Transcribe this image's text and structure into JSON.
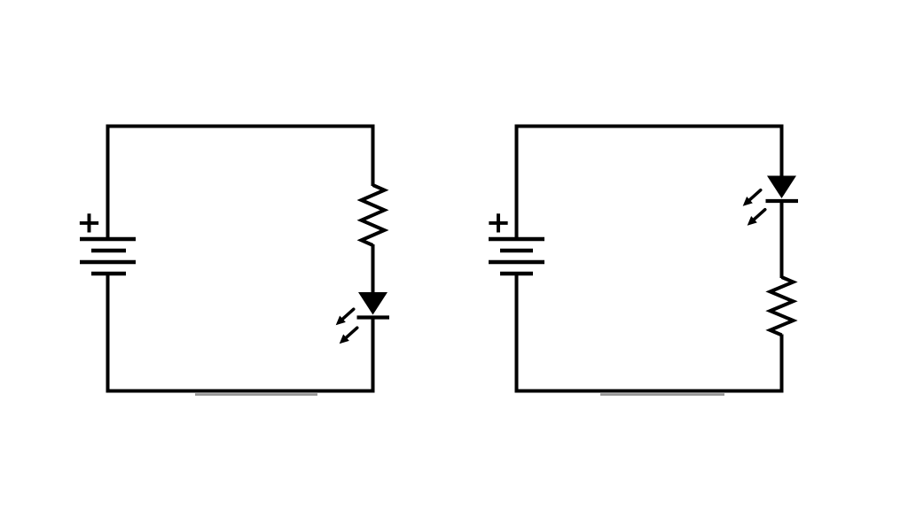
{
  "canvas": {
    "background_color": "#ffffff",
    "ink_color": "#000000",
    "artifact_color": "#6e6e6e"
  },
  "circuits": [
    {
      "id": "left-circuit",
      "description": "series loop: battery on left, resistor above LED on right branch",
      "battery": {
        "positive_terminal_label": "+"
      },
      "right_branch_components": [
        "resistor-icon",
        "led-icon"
      ],
      "led": {
        "orientation": "cathode-down",
        "emission_arrow_count": 2
      }
    },
    {
      "id": "right-circuit",
      "description": "series loop: battery on left, LED above resistor on right branch",
      "battery": {
        "positive_terminal_label": "+"
      },
      "right_branch_components": [
        "led-icon",
        "resistor-icon"
      ],
      "led": {
        "orientation": "cathode-down",
        "emission_arrow_count": 2
      }
    }
  ]
}
